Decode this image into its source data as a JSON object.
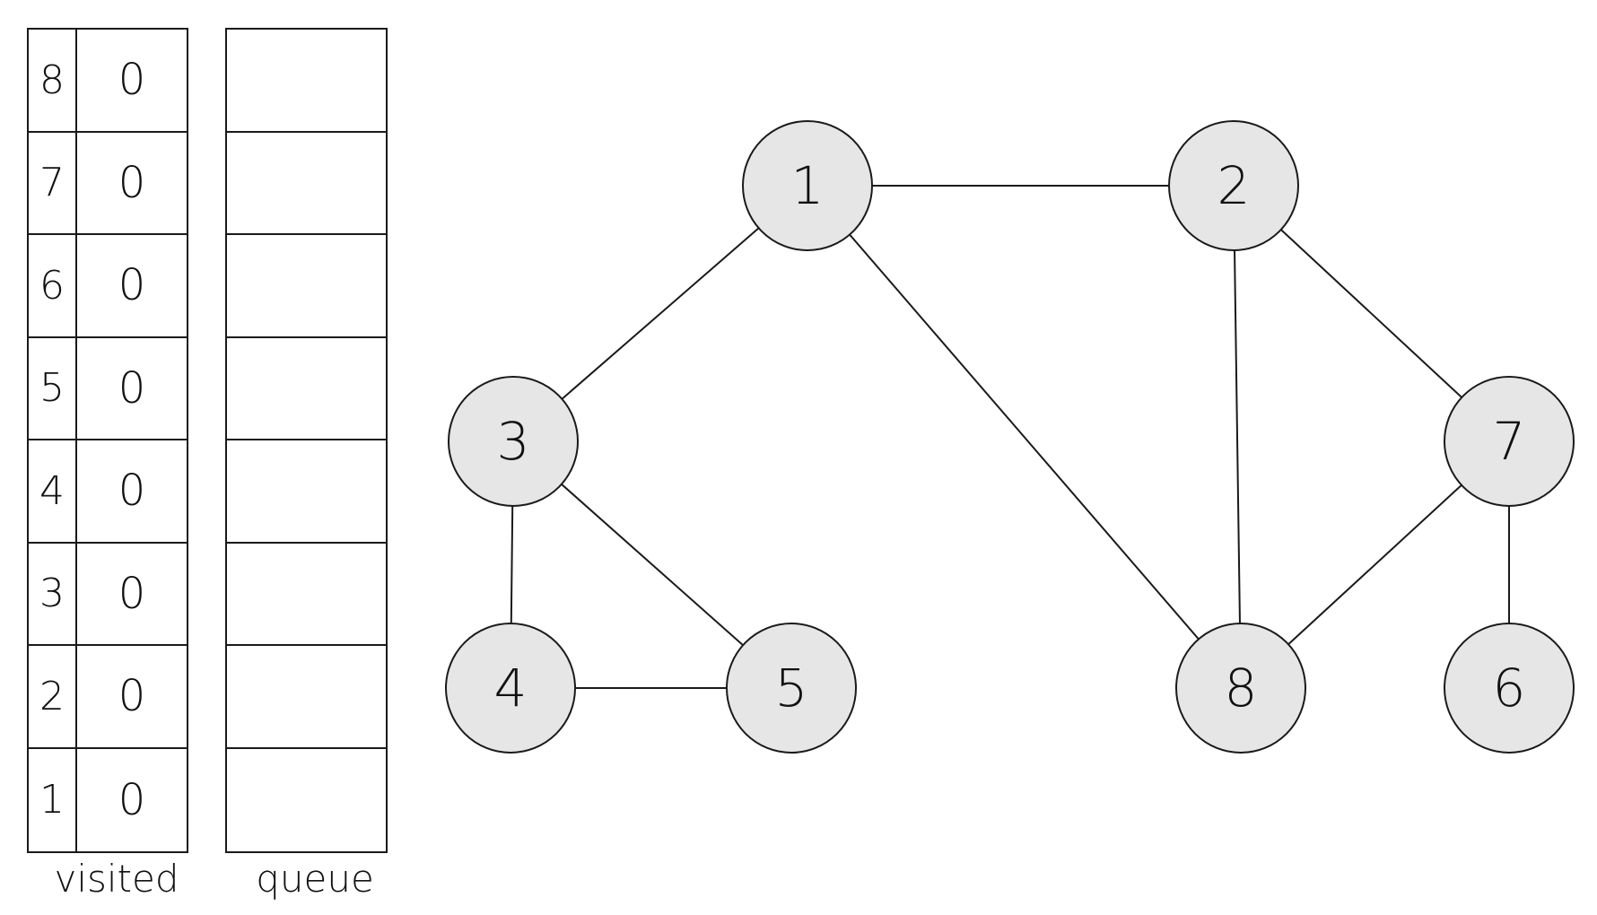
{
  "visited": {
    "caption": "visited",
    "rows": [
      {
        "index": "8",
        "value": "0"
      },
      {
        "index": "7",
        "value": "0"
      },
      {
        "index": "6",
        "value": "0"
      },
      {
        "index": "5",
        "value": "0"
      },
      {
        "index": "4",
        "value": "0"
      },
      {
        "index": "3",
        "value": "0"
      },
      {
        "index": "2",
        "value": "0"
      },
      {
        "index": "1",
        "value": "0"
      }
    ]
  },
  "queue": {
    "caption": "queue",
    "cells": [
      "",
      "",
      "",
      "",
      "",
      "",
      "",
      ""
    ]
  },
  "graph": {
    "nodes": [
      "1",
      "2",
      "3",
      "4",
      "5",
      "6",
      "7",
      "8"
    ],
    "edges": [
      [
        "1",
        "2"
      ],
      [
        "1",
        "3"
      ],
      [
        "1",
        "8"
      ],
      [
        "2",
        "8"
      ],
      [
        "2",
        "7"
      ],
      [
        "3",
        "4"
      ],
      [
        "3",
        "5"
      ],
      [
        "4",
        "5"
      ],
      [
        "7",
        "8"
      ],
      [
        "7",
        "6"
      ]
    ],
    "node_fill": "#e6e6e6",
    "stroke_color": "#1a1a1a"
  }
}
